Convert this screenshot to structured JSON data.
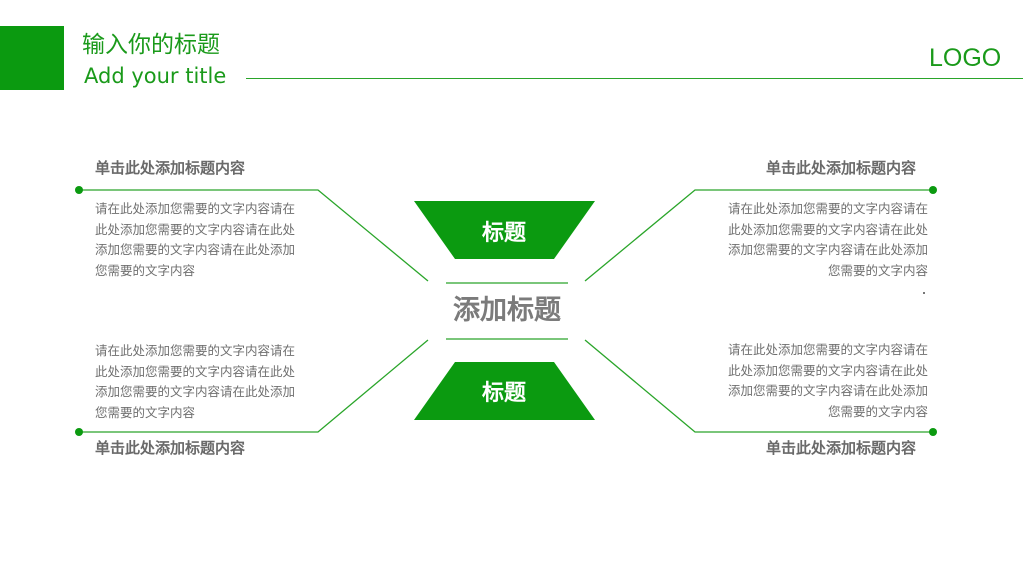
{
  "header": {
    "title_zh": "输入你的标题",
    "title_en": "Add your title",
    "logo": "LOGO"
  },
  "center": {
    "title": "添加标题",
    "top_shape_label": "标题",
    "bottom_shape_label": "标题"
  },
  "blocks": {
    "top_left": {
      "heading": "单击此处添加标题内容",
      "body": "请在此处添加您需要的文字内容请在此处添加您需要的文字内容请在此处添加您需要的文字内容请在此处添加您需要的文字内容"
    },
    "top_right": {
      "heading": "单击此处添加标题内容",
      "body": "请在此处添加您需要的文字内容请在此处添加您需要的文字内容请在此处添加您需要的文字内容请在此处添加您需要的文字内容"
    },
    "bottom_left": {
      "heading": "单击此处添加标题内容",
      "body": "请在此处添加您需要的文字内容请在此处添加您需要的文字内容请在此处添加您需要的文字内容请在此处添加您需要的文字内容"
    },
    "bottom_right": {
      "heading": "单击此处添加标题内容",
      "body": "请在此处添加您需要的文字内容请在此处添加您需要的文字内容请在此处添加您需要的文字内容请在此处添加您需要的文字内容"
    }
  },
  "colors": {
    "accent": "#0b9a10",
    "line": "#2aa52a",
    "text_gray": "#6f6f6f"
  }
}
